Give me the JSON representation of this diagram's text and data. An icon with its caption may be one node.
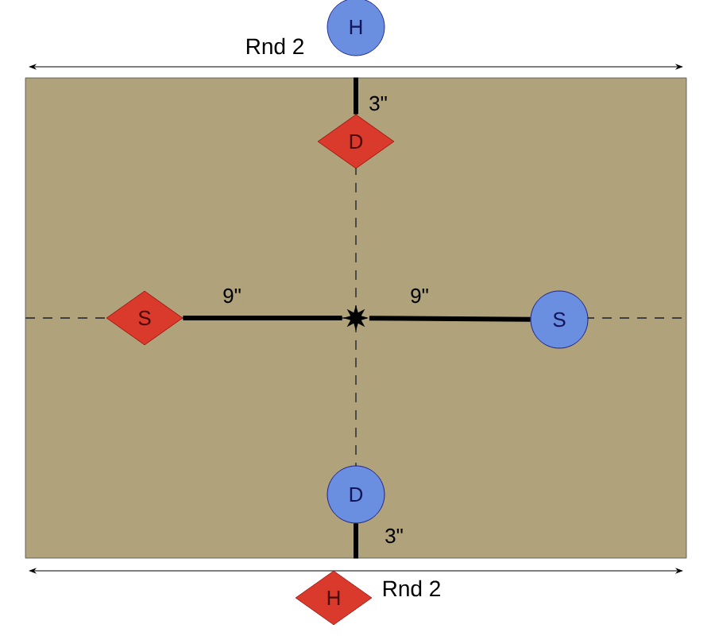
{
  "diagram": {
    "nodes": [
      {
        "text": [],
        "shape": "box"
      },
      {
        "text": [
          "H"
        ]
      },
      {
        "text": [
          "D"
        ],
        "in": 0
      },
      {
        "text": [
          "S"
        ],
        "in": 0
      },
      {
        "text": [],
        "shape": "star",
        "in": 0
      },
      {
        "text": [
          "S"
        ],
        "in": 0
      },
      {
        "text": [
          "D"
        ],
        "in": 0
      },
      {
        "text": [
          "H"
        ]
      }
    ],
    "edges": [
      {
        "from": 0,
        "to": 2,
        "arrow": "none",
        "label": "3\""
      },
      {
        "from": 3,
        "to": 4,
        "arrow": "none",
        "label": "9\""
      },
      {
        "from": 4,
        "to": 5,
        "arrow": "none",
        "label": "9\""
      },
      {
        "from": 6,
        "to": 0,
        "arrow": "none",
        "label": "3\""
      }
    ],
    "labels": [
      "Rnd 2",
      "Rnd 2"
    ]
  }
}
